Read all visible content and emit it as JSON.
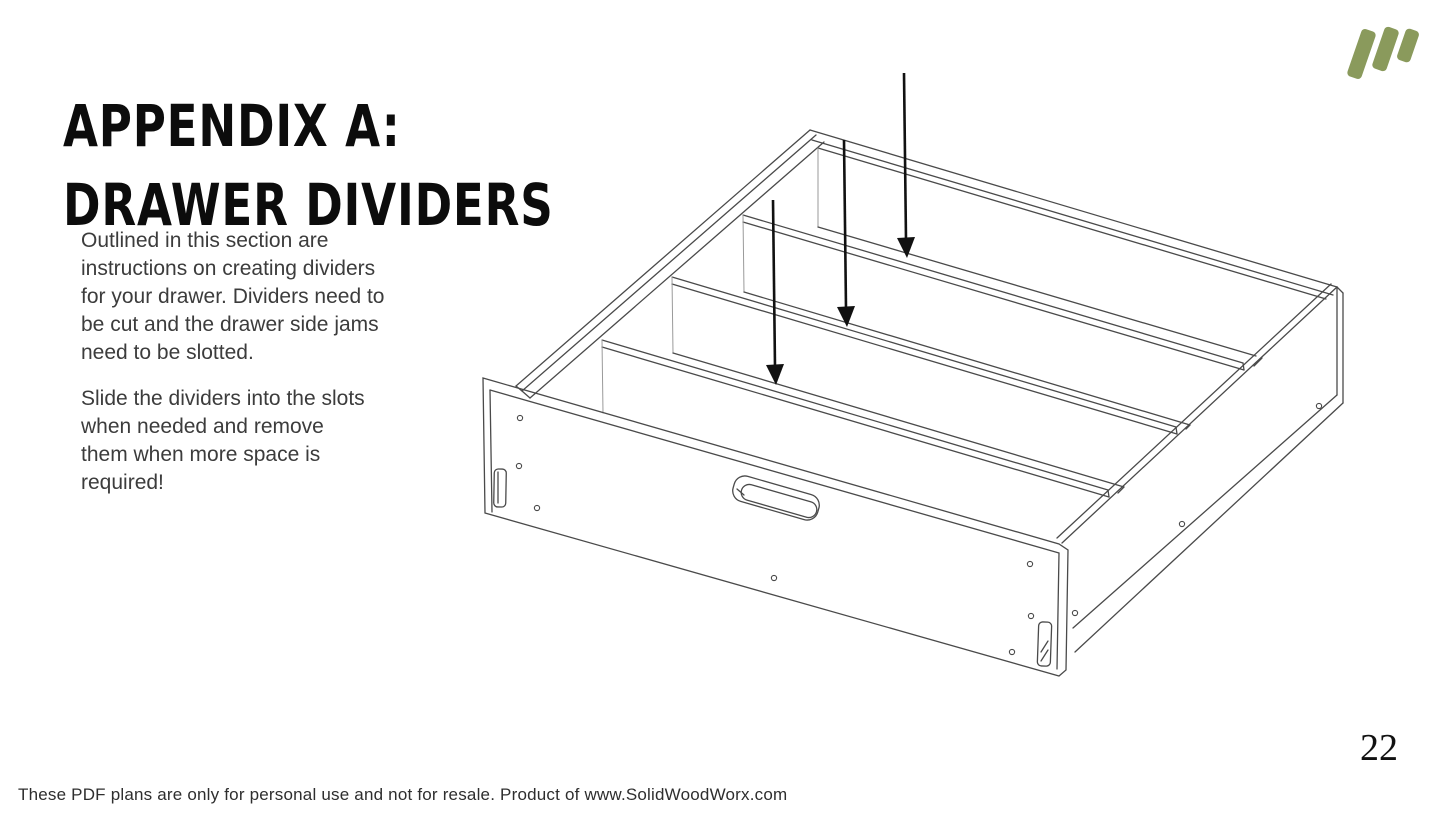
{
  "page": {
    "title_line1": "APPENDIX A:",
    "title_line2": "DRAWER DIVIDERS",
    "paragraph1": "Outlined in this section are\ninstructions on creating dividers\nfor your drawer. Dividers need to\nbe cut and the drawer side jams\nneed to be slotted.",
    "paragraph2": "Slide the dividers into the slots\nwhen needed and remove\nthem when more space is\nrequired!",
    "page_number": "22",
    "footer": "These PDF plans are only for personal use and not for resale. Product of www.SolidWoodWorx.com"
  },
  "logo": {
    "name": "solidwoodworx-logo",
    "color": "#8a9a5c"
  },
  "figure": {
    "description": "Isometric line drawing of a drawer box with three removable dividers; three black arrows point down into the divider slots",
    "divider_count": 3,
    "arrow_count": 3,
    "line_color": "#4a4a4a",
    "arrow_color": "#111111"
  }
}
